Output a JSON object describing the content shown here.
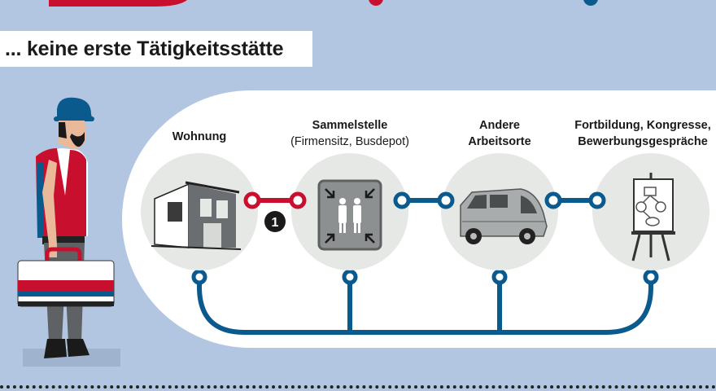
{
  "title": "... keine erste Tätigkeitsstätte",
  "nodes": [
    {
      "label": "Wohnung",
      "sub": ""
    },
    {
      "label": "Sammelstelle",
      "sub": "(Firmensitz, Busdepot)"
    },
    {
      "label": "Andere",
      "label2": "Arbeitsorte"
    },
    {
      "label": "Fortbildung, Kongresse,",
      "label2": "Bewerbungsgespräche"
    }
  ],
  "badge": "1",
  "colors": {
    "background": "#b3c6e1",
    "red_connector": "#c8102e",
    "blue_connector": "#0b5a8e",
    "circle_fill": "#e6e8e6"
  },
  "icons": [
    "house-icon",
    "assembly-point-icon",
    "van-icon",
    "flipchart-icon",
    "worker-illustration",
    "toolbox-icon"
  ]
}
